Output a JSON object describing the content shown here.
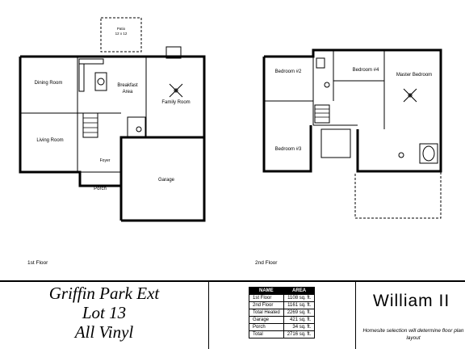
{
  "floor_labels": {
    "first_floor": "1st Floor",
    "second_floor": "2nd Floor"
  },
  "rooms_first_floor": {
    "patio": "Patio",
    "patio_size": "12 x 12",
    "dining_room": "Dining Room",
    "breakfast_area": "Breakfast",
    "breakfast_area_line2": "Area",
    "family_room": "Family Room",
    "living_room": "Living Room",
    "foyer": "Foyer",
    "garage": "Garage",
    "porch": "Porch"
  },
  "rooms_second_floor": {
    "bedroom_2": "Bedroom #2",
    "bedroom_4": "Bedroom #4",
    "master_bedroom": "Master Bedroom",
    "bedroom_3": "Bedroom #3"
  },
  "lot_info": {
    "subdivision": "Griffin Park Ext",
    "lot": "Lot 13",
    "siding": "All Vinyl"
  },
  "area_table": {
    "headers": [
      "NAME",
      "AREA"
    ],
    "rows": [
      [
        "1st Floor",
        "1108 sq. ft."
      ],
      [
        "2nd Floor",
        "1161 sq. ft."
      ],
      [
        "Total Heated",
        "2269 sq. ft."
      ],
      [
        "Garage",
        "421 sq. ft."
      ],
      [
        "Porch",
        "34 sq. ft."
      ],
      [
        "Total",
        "2716 sq. ft."
      ]
    ]
  },
  "model_name": "William II",
  "disclaimer": "Homesite selection will determine floor plan layout"
}
